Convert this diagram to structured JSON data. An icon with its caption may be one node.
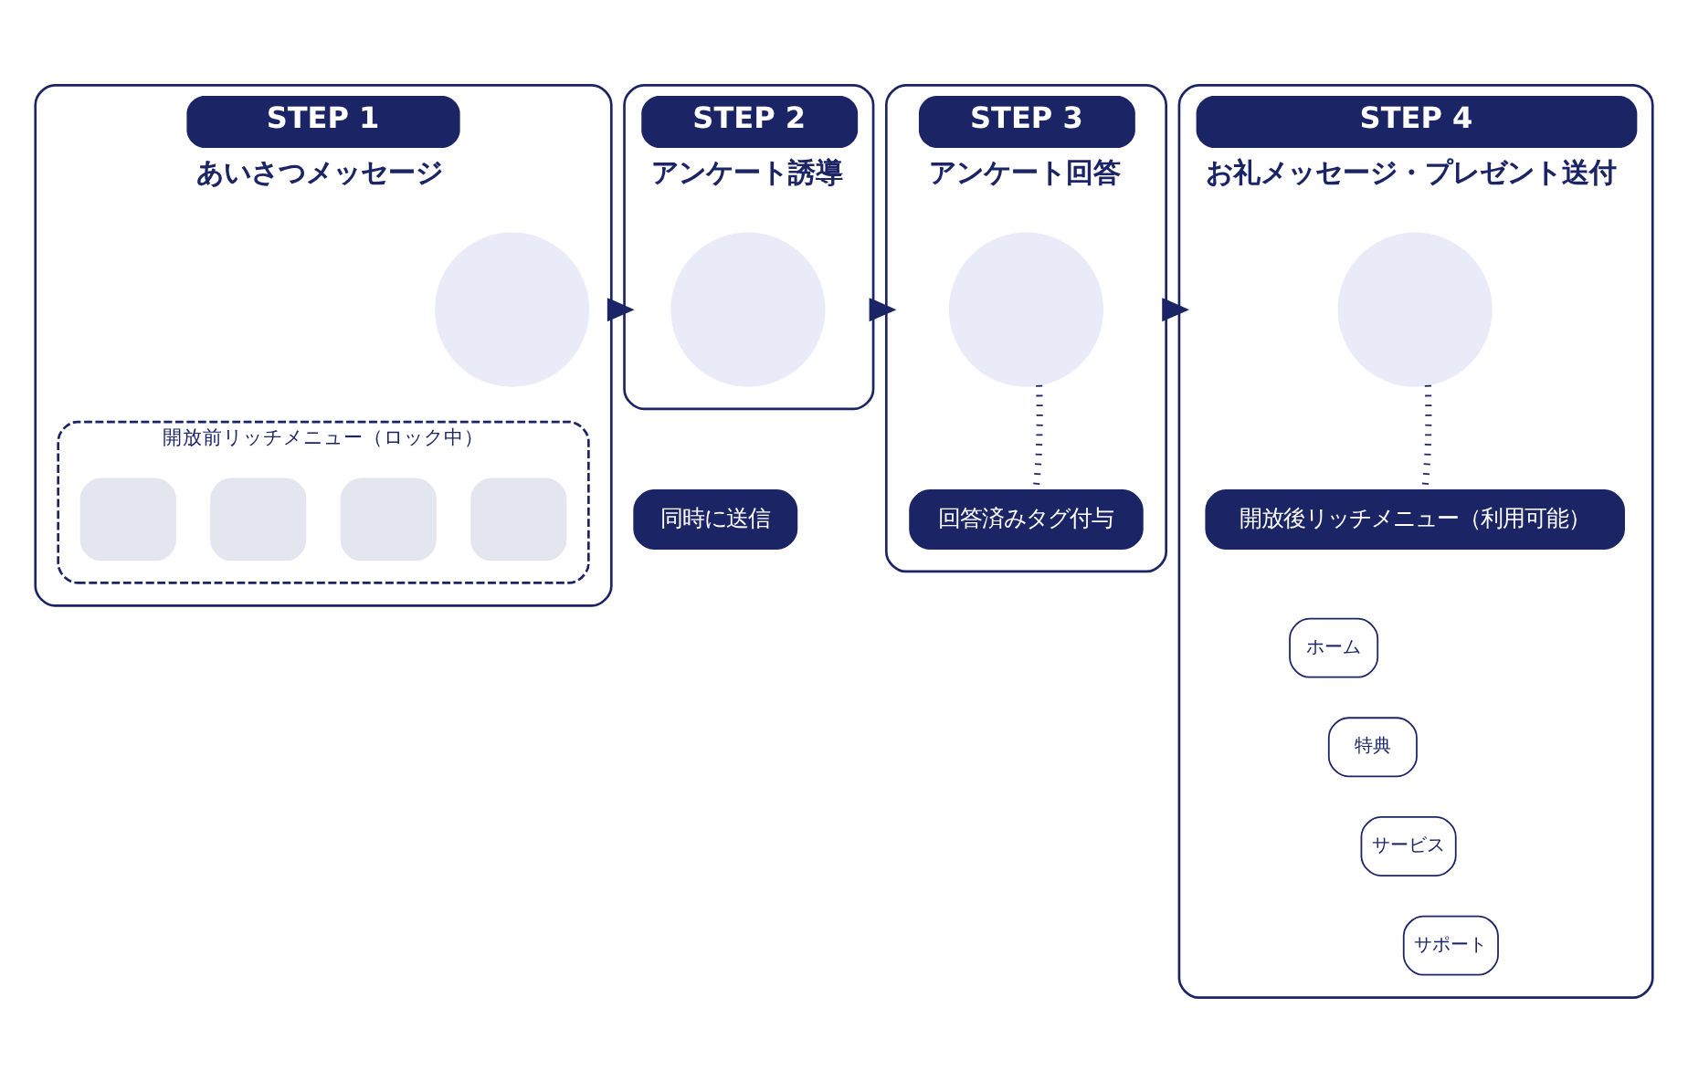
{
  "diagram": {
    "nodes": [
      {
        "text": [
          "STEP 1",
          "あいさつメッセージ"
        ]
      },
      {
        "text": [],
        "shape": "circle",
        "in": 0
      },
      {
        "text": [
          "同時に送信"
        ]
      },
      {
        "text": [
          "開放前リッチメニュー（ロック中）"
        ],
        "in": 0
      },
      {
        "text": [],
        "shape": "box",
        "in": 3
      },
      {
        "text": [],
        "shape": "box",
        "in": 3
      },
      {
        "text": [],
        "shape": "box",
        "in": 3
      },
      {
        "text": [],
        "shape": "box",
        "in": 3
      },
      {
        "text": [
          "STEP 2",
          "アンケート誘導"
        ]
      },
      {
        "text": [],
        "shape": "circle",
        "in": 8
      },
      {
        "text": [
          "STEP 3",
          "アンケート回答"
        ]
      },
      {
        "text": [],
        "shape": "circle",
        "in": 10
      },
      {
        "text": [
          "回答済みタグ付与"
        ],
        "in": 10
      },
      {
        "text": [
          "STEP 4",
          "お礼メッセージ・プレゼント送付"
        ]
      },
      {
        "text": [],
        "shape": "circle",
        "in": 13
      },
      {
        "text": [
          "開放後リッチメニュー（利用可能）"
        ],
        "in": 13
      },
      {
        "text": [
          "ホーム"
        ],
        "in": 13
      },
      {
        "text": [
          "特典"
        ],
        "in": 13
      },
      {
        "text": [
          "サービス"
        ],
        "in": 13
      },
      {
        "text": [
          "サポート"
        ],
        "in": 13
      }
    ],
    "edges": [
      {
        "from": 0,
        "to": 8,
        "arrow": "to",
        "style": "thick"
      },
      {
        "from": 8,
        "to": 10,
        "arrow": "to",
        "style": "thick"
      },
      {
        "from": 10,
        "to": 13,
        "arrow": "to",
        "style": "thick"
      },
      {
        "from": 11,
        "to": 12,
        "arrow": "none",
        "style": "dashed"
      },
      {
        "from": 14,
        "to": 15,
        "arrow": "none",
        "style": "dashed"
      }
    ]
  }
}
